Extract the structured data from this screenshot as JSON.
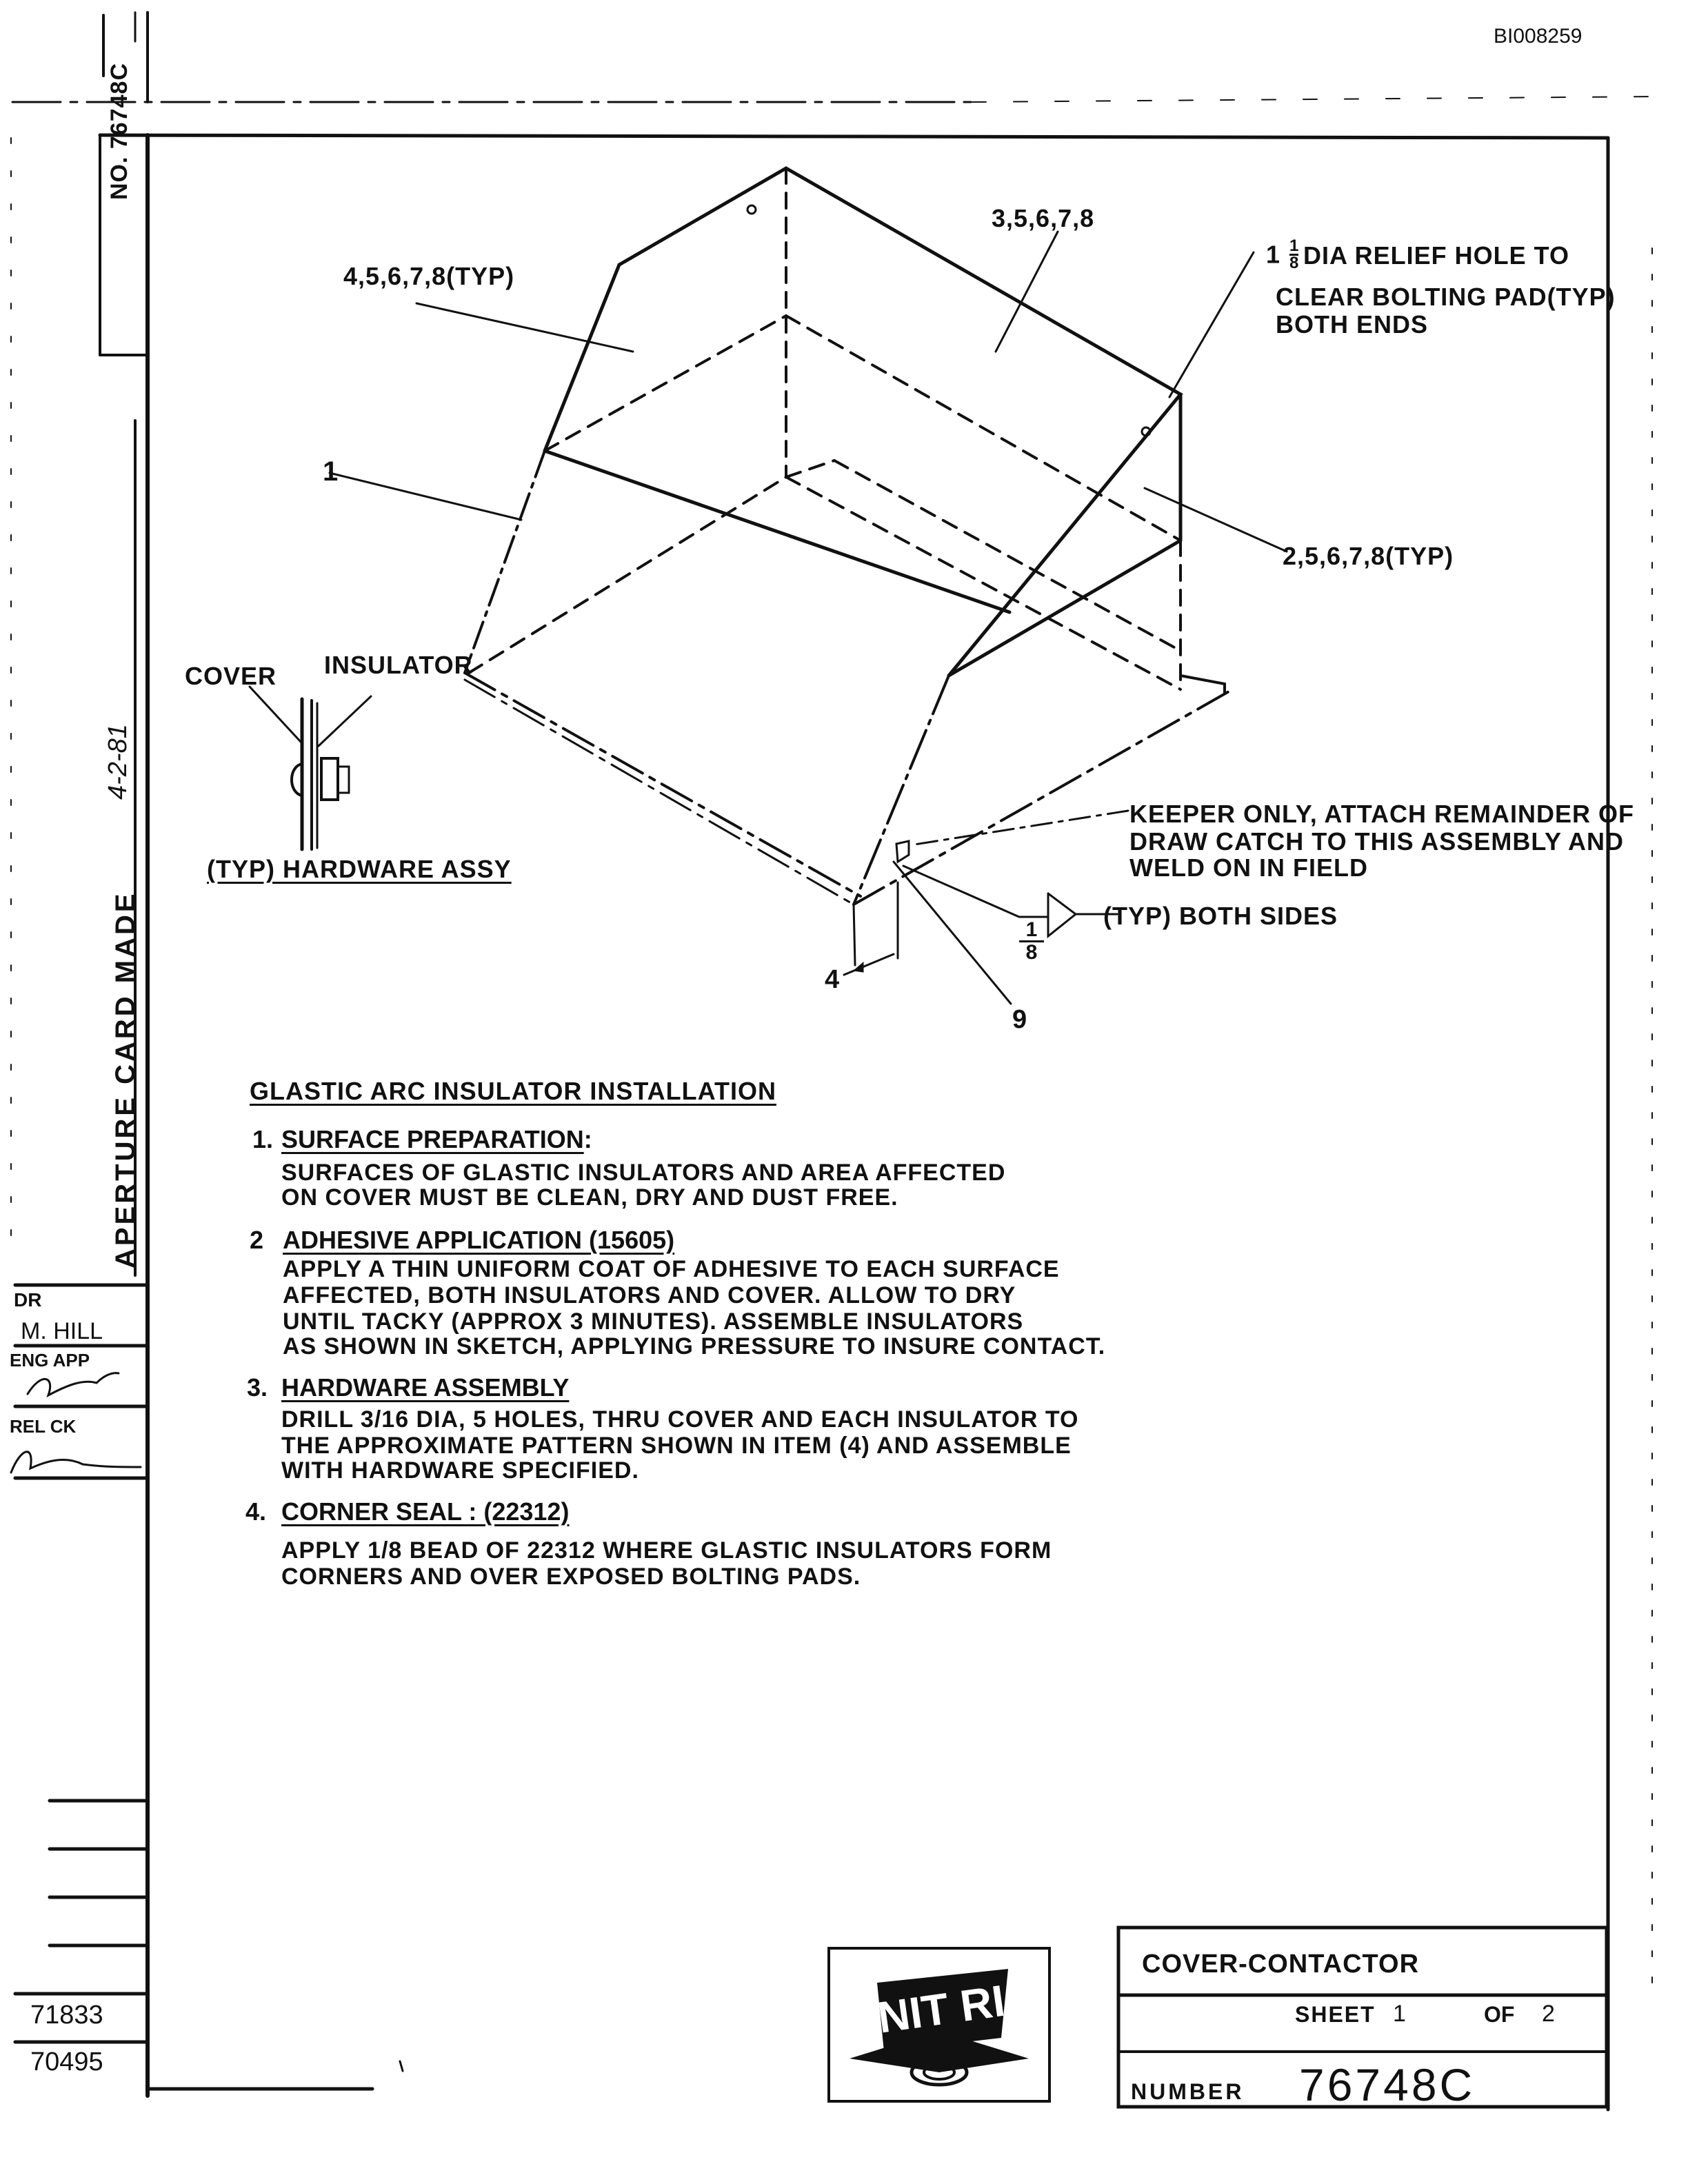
{
  "doc_id": "BI008259",
  "side": {
    "drawing_no": "NO. 76748C",
    "aperture": "APERTURE CARD MADE",
    "aperture_date": "4-2-81",
    "dr_label": "DR",
    "dr_name": "M. HILL",
    "eng_app_label": "ENG APP",
    "rel_ck_label": "REL CK",
    "ref1": "71833",
    "ref2": "70495"
  },
  "callouts": {
    "c_top_left": "4,5,6,7,8(TYP)",
    "c_top": "3,5,6,7,8",
    "c_relief_a": "DIA RELIEF HOLE TO",
    "c_relief_b": "CLEAR BOLTING PAD(TYP)",
    "c_relief_c": "BOTH ENDS",
    "c_relief_whole": "1",
    "c_relief_num": "1",
    "c_relief_den": "8",
    "c_item1": "1",
    "c_right": "2,5,6,7,8(TYP)",
    "c_cover": "COVER",
    "c_insulator": "INSULATOR",
    "c_hardware": "(TYP) HARDWARE ASSY",
    "c_keeper_a": "KEEPER ONLY, ATTACH REMAINDER OF",
    "c_keeper_b": "DRAW CATCH TO THIS ASSEMBLY AND",
    "c_keeper_c": "WELD ON IN FIELD",
    "c_weld_num": "1",
    "c_weld_den": "8",
    "c_weld_note": "(TYP) BOTH SIDES",
    "c_item4": "4",
    "c_item9": "9"
  },
  "notes": {
    "heading": "GLASTIC ARC INSULATOR INSTALLATION",
    "items": [
      {
        "num": "1.",
        "title": "SURFACE PREPARATION",
        "suffix": ":",
        "lines": [
          "SURFACES OF GLASTIC INSULATORS AND AREA AFFECTED",
          "ON COVER MUST BE CLEAN, DRY AND DUST FREE."
        ]
      },
      {
        "num": "2",
        "title": "ADHESIVE APPLICATION (15605)",
        "suffix": "",
        "lines": [
          "APPLY A THIN UNIFORM COAT OF ADHESIVE TO EACH SURFACE",
          "AFFECTED, BOTH INSULATORS AND COVER. ALLOW TO DRY",
          "UNTIL TACKY (APPROX 3 MINUTES). ASSEMBLE INSULATORS",
          "AS SHOWN IN SKETCH, APPLYING PRESSURE TO INSURE CONTACT."
        ]
      },
      {
        "num": "3.",
        "title": "HARDWARE ASSEMBLY",
        "suffix": "",
        "lines": [
          "DRILL 3/16 DIA, 5 HOLES, THRU COVER AND EACH INSULATOR TO",
          "THE APPROXIMATE PATTERN SHOWN IN ITEM (4) AND ASSEMBLE",
          "WITH HARDWARE SPECIFIED."
        ]
      },
      {
        "num": "4.",
        "title": "CORNER SEAL : (22312)",
        "suffix": "",
        "lines": [
          "APPLY 1/8 BEAD OF 22312 WHERE GLASTIC INSULATORS FORM",
          "CORNERS AND OVER EXPOSED BOLTING PADS."
        ]
      }
    ]
  },
  "title_block": {
    "logo_text": "UNIT RIG",
    "title": "COVER-CONTACTOR",
    "sheet_label": "SHEET",
    "sheet_no": "1",
    "of_label": "OF",
    "sheet_total": "2",
    "number_label": "NUMBER",
    "number": "76748C"
  }
}
